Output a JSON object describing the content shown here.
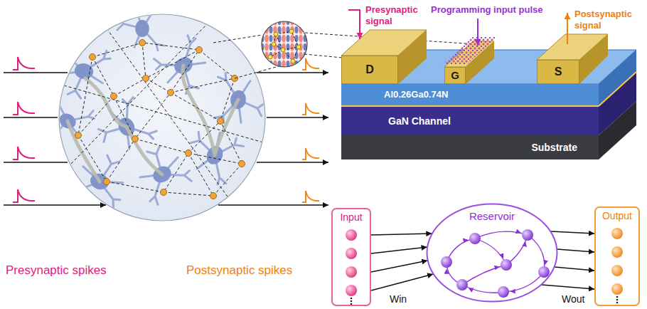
{
  "diagram": {
    "nodes": [
      {
        "text": [
          "D"
        ]
      },
      {
        "text": [
          "G"
        ]
      },
      {
        "text": [
          "S"
        ]
      },
      {
        "text": [
          "Al0.26Ga0.74N"
        ]
      },
      {
        "text": [
          "GaN Channel"
        ]
      },
      {
        "text": [
          "Substrate"
        ]
      },
      {
        "text": [
          "Input"
        ]
      },
      {
        "text": [
          "Reservoir"
        ]
      },
      {
        "text": [
          "Output"
        ]
      }
    ],
    "edges": [
      {
        "from": 6,
        "to": 7,
        "arrow": "to"
      },
      {
        "from": 6,
        "to": 7,
        "arrow": "to"
      },
      {
        "from": 6,
        "to": 7,
        "arrow": "to"
      },
      {
        "from": 6,
        "to": 7,
        "arrow": "to"
      },
      {
        "from": 7,
        "to": 8,
        "arrow": "to"
      },
      {
        "from": 7,
        "to": 8,
        "arrow": "to"
      },
      {
        "from": 7,
        "to": 8,
        "arrow": "to"
      },
      {
        "from": 7,
        "to": 8,
        "arrow": "to"
      }
    ],
    "labels": [
      "Presynaptic spikes",
      "Postsynaptic spikes",
      "Presynaptic signal",
      "Programming input pulse",
      "Postsynaptic signal",
      "Win",
      "Wout"
    ]
  }
}
